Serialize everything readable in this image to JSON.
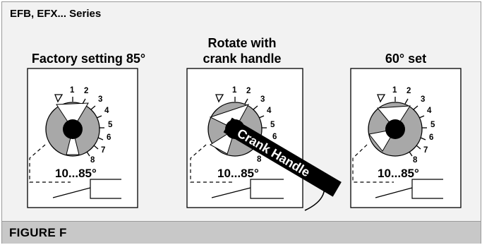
{
  "series_label": "EFB, EFX... Series",
  "figure_label": "FIGURE F",
  "panels": [
    {
      "title": "Factory setting 85°"
    },
    {
      "title_line1": "Rotate with",
      "title_line2": "crank handle"
    },
    {
      "title": "60° set"
    }
  ],
  "dial": {
    "ticks": [
      "1",
      "2",
      "3",
      "4",
      "5",
      "6",
      "7",
      "8"
    ],
    "range_label": "10...85°"
  },
  "crank_label": "Crank Handle"
}
